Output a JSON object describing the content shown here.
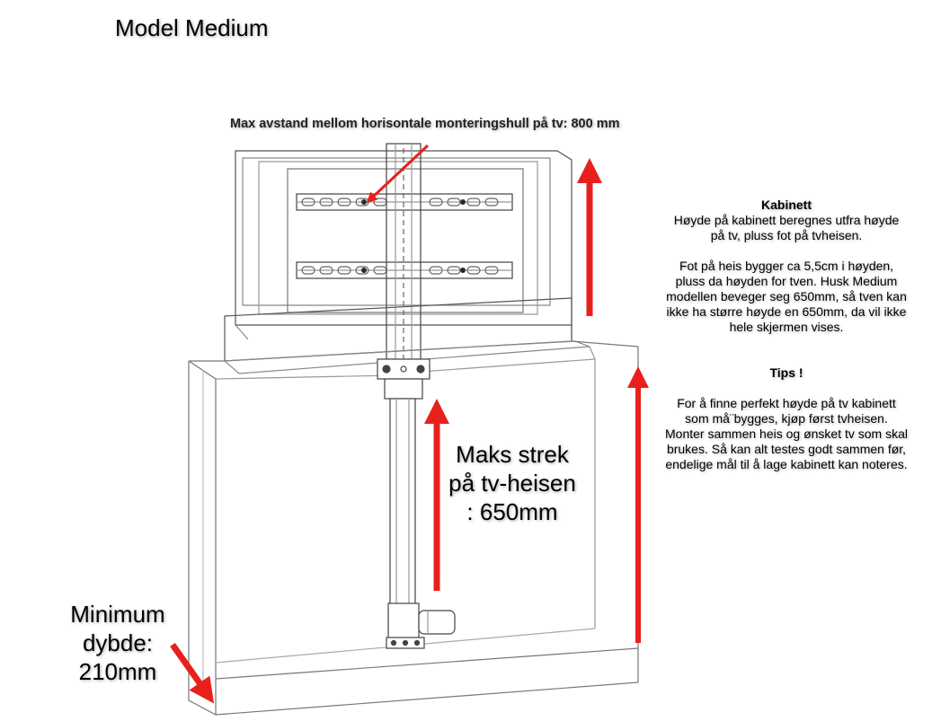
{
  "title": "Model Medium",
  "mount_label": "Max avstand mellom horisontale monteringshull på tv: 800 mm",
  "stroke_label": {
    "line1": "Maks strek",
    "line2": "på tv-heisen",
    "line3": ": 650mm"
  },
  "depth_label": {
    "line1": "Minimum",
    "line2": "dybde:",
    "line3": "210mm"
  },
  "info": {
    "kabinett_heading": "Kabinett",
    "kabinett_text": "Høyde på kabinett beregnes utfra høyde på tv, pluss fot på tvheisen.",
    "fot_text": "Fot på heis bygger ca 5,5cm i høyden, pluss da høyden for tven. Husk Medium modellen beveger seg 650mm, så tven kan ikke ha større høyde en 650mm, da vil ikke hele skjermen vises.",
    "tips_heading": "Tips !",
    "tips_text": "For å finne perfekt høyde på tv kabinett som må¨bygges, kjøp først tvheisen. Monter sammen heis og ønsket tv som skal brukes. Så kan alt testes godt sammen før, endelige mål til å lage kabinett kan noteres."
  },
  "colors": {
    "arrow": "#e8201c",
    "line": "#555555",
    "light_line": "#9a9a9a"
  },
  "icons": {
    "arrow": "arrow-icon"
  }
}
